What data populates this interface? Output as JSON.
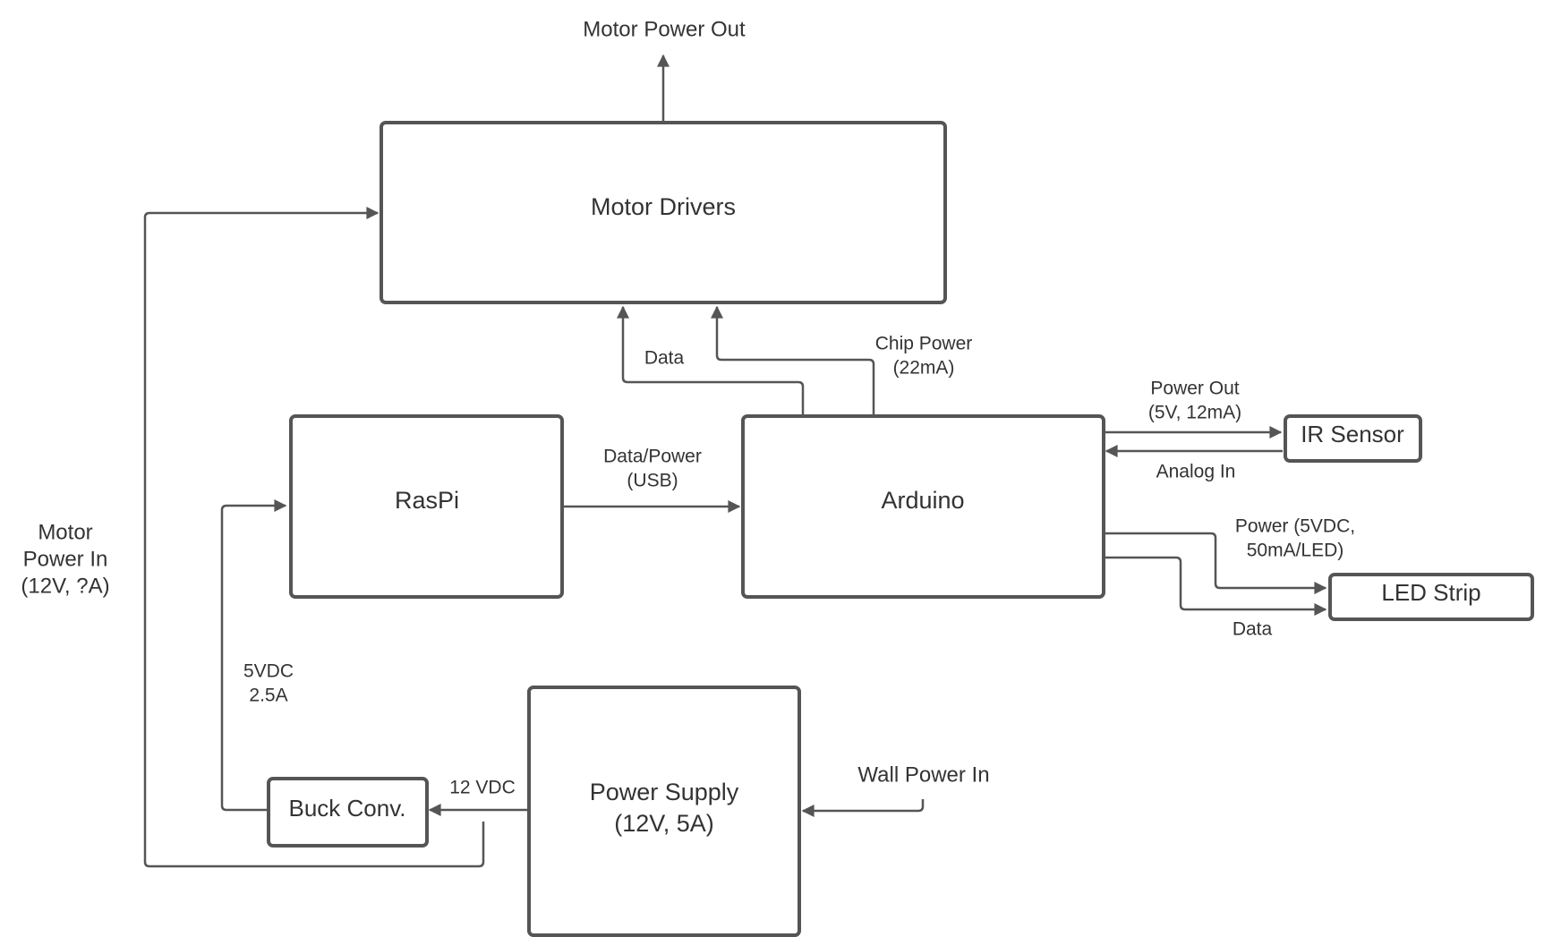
{
  "blocks": {
    "motor_drivers": "Motor Drivers",
    "raspi": "RasPi",
    "arduino": "Arduino",
    "ir_sensor": "IR Sensor",
    "led_strip": "LED Strip",
    "buck_conv": "Buck Conv.",
    "power_supply": [
      "Power Supply",
      "(12V, 5A)"
    ]
  },
  "labels": {
    "motor_power_out": "Motor Power Out",
    "data": "Data",
    "chip_power": [
      "Chip Power",
      "(22mA)"
    ],
    "data_power_usb": [
      "Data/Power",
      "(USB)"
    ],
    "power_out": [
      "Power Out",
      "(5V, 12mA)"
    ],
    "analog_in": "Analog In",
    "led_power": [
      "Power (5VDC,",
      "50mA/LED)"
    ],
    "led_data": "Data",
    "motor_power_in": [
      "Motor",
      "Power In",
      "(12V, ?A)"
    ],
    "five_vdc": [
      "5VDC",
      "2.5A"
    ],
    "twelve_vdc": "12 VDC",
    "wall_power_in": "Wall Power In"
  },
  "colors": {
    "stroke": "#555555",
    "text": "#333333",
    "background": "#ffffff"
  }
}
